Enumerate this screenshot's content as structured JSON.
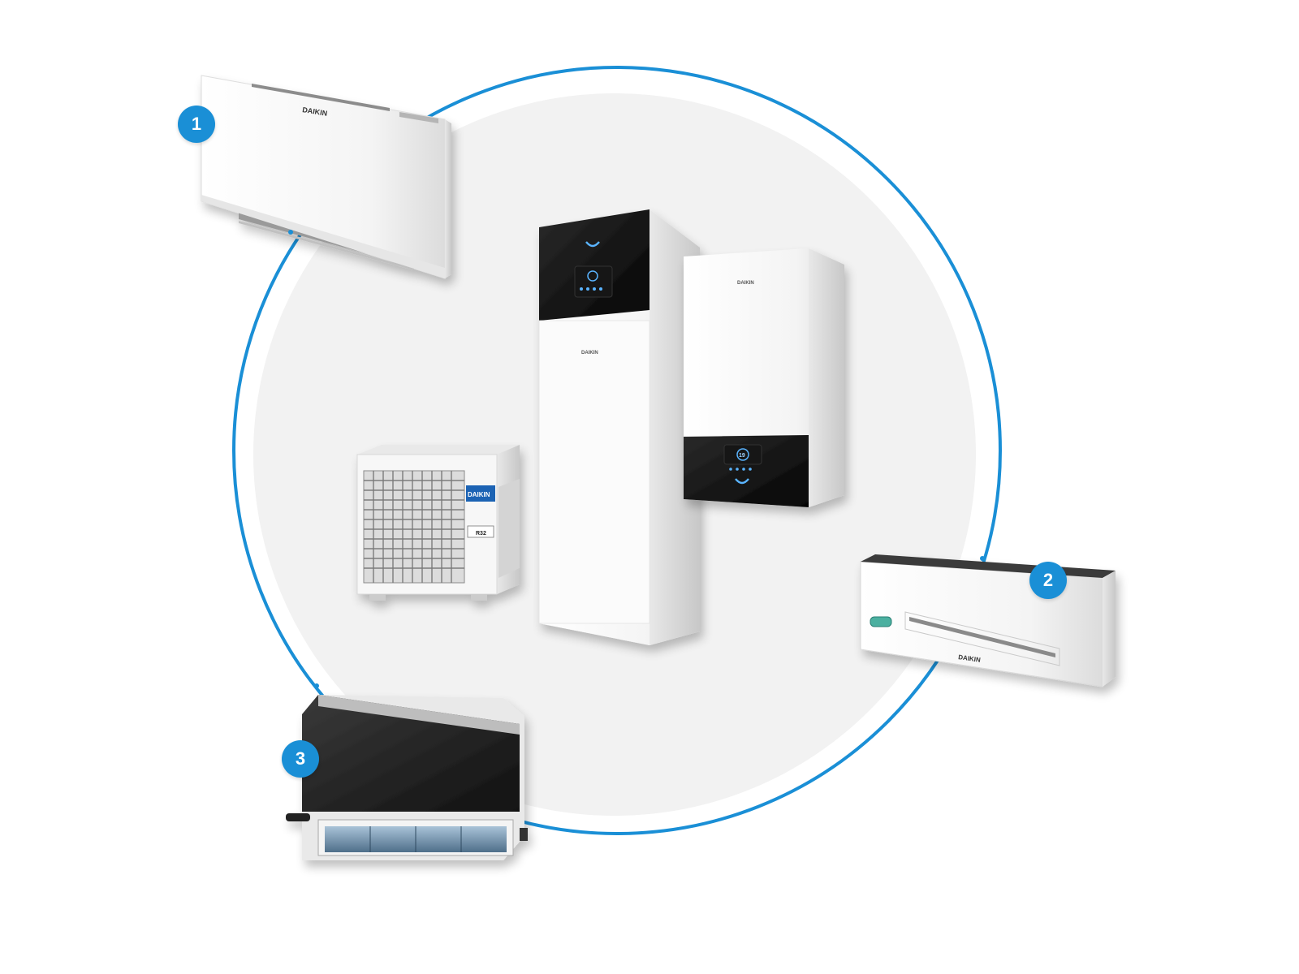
{
  "colors": {
    "background": "#ffffff",
    "backdrop_circle": "#f2f2f2",
    "ring": "#1a8fd6",
    "badge": "#1a8fd6",
    "badge_text": "#ffffff",
    "unit_white": "#f3f3f3",
    "unit_black": "#0d0d0d",
    "display_blue": "#3fa8ff"
  },
  "badges": [
    {
      "label": "1"
    },
    {
      "label": "2"
    },
    {
      "label": "3"
    }
  ],
  "brand": {
    "logo_text": "DAIKIN",
    "outdoor_label": "R32"
  },
  "indoor_display": {
    "value": "19"
  },
  "products": [
    {
      "name": "floor-standing-convector-unit",
      "icon": "wall-convector"
    },
    {
      "name": "wall-mounted-heat-pump-convector",
      "icon": "wall-split-unit"
    },
    {
      "name": "ducted-fan-coil-unit",
      "icon": "ducted-unit"
    },
    {
      "name": "outdoor-heat-pump-unit",
      "icon": "outdoor-unit"
    },
    {
      "name": "floor-standing-indoor-unit",
      "icon": "tower-unit"
    },
    {
      "name": "wall-mounted-indoor-unit",
      "icon": "wall-boiler-unit"
    }
  ]
}
